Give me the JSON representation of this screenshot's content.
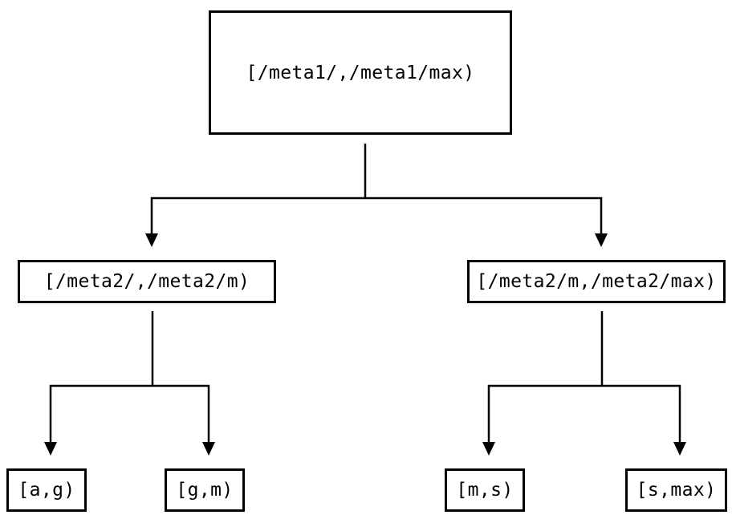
{
  "colors": {
    "background": "#ffffff",
    "line": "#000000",
    "box_border": "#000000",
    "box_fill": "#ffffff",
    "text": "#000000"
  },
  "icons": {
    "arrowhead": "▼"
  },
  "diagram": {
    "type": "tree",
    "nodes": [
      {
        "id": "root",
        "level": 0,
        "label": "[/meta1/,/meta1/max)"
      },
      {
        "id": "meta2-low",
        "level": 1,
        "label": "[/meta2/,/meta2/m)"
      },
      {
        "id": "meta2-high",
        "level": 1,
        "label": "[/meta2/m,/meta2/max)"
      },
      {
        "id": "ag",
        "level": 2,
        "label": "[a,g)"
      },
      {
        "id": "gm",
        "level": 2,
        "label": "[g,m)"
      },
      {
        "id": "ms",
        "level": 2,
        "label": "[m,s)"
      },
      {
        "id": "smax",
        "level": 2,
        "label": "[s,max)"
      }
    ],
    "edges": [
      {
        "from": "root",
        "to": "meta2-low"
      },
      {
        "from": "root",
        "to": "meta2-high"
      },
      {
        "from": "meta2-low",
        "to": "ag"
      },
      {
        "from": "meta2-low",
        "to": "gm"
      },
      {
        "from": "meta2-high",
        "to": "ms"
      },
      {
        "from": "meta2-high",
        "to": "smax"
      }
    ]
  }
}
